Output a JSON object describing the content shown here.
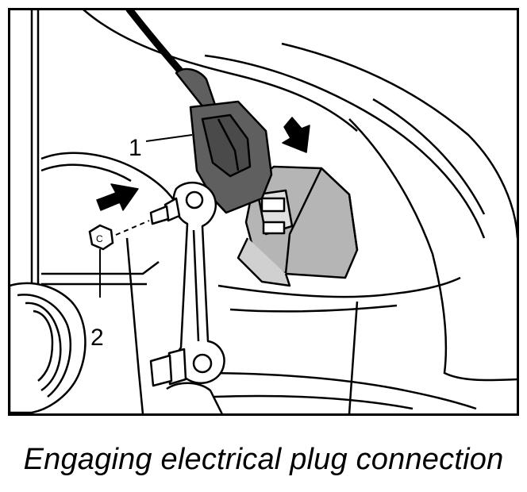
{
  "figure": {
    "callouts": [
      {
        "id": "1"
      },
      {
        "id": "2"
      }
    ],
    "nut_mark": "C"
  },
  "caption": "Engaging electrical plug connection",
  "colors": {
    "ink": "#000000",
    "plug_fill": "#5f5f5f",
    "socket_fill": "#b5b5b5",
    "background": "#ffffff"
  }
}
